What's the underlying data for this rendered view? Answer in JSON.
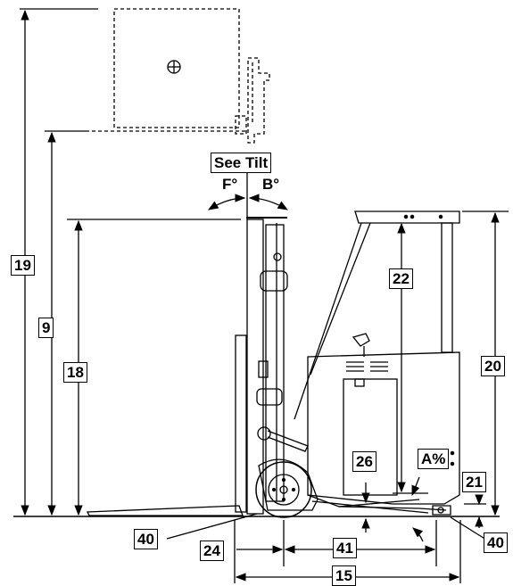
{
  "labels": {
    "see_tilt": "See Tilt",
    "forward_tilt": "F°",
    "back_tilt": "B°",
    "ref_19": "19",
    "ref_9": "9",
    "ref_18": "18",
    "ref_22": "22",
    "ref_20": "20",
    "ref_26": "26",
    "grade": "A%",
    "ref_21": "21",
    "ref_40_left": "40",
    "ref_40_right": "40",
    "ref_24": "24",
    "ref_41": "41",
    "ref_15": "15"
  },
  "colors": {
    "line": "#000000",
    "background": "#ffffff"
  }
}
